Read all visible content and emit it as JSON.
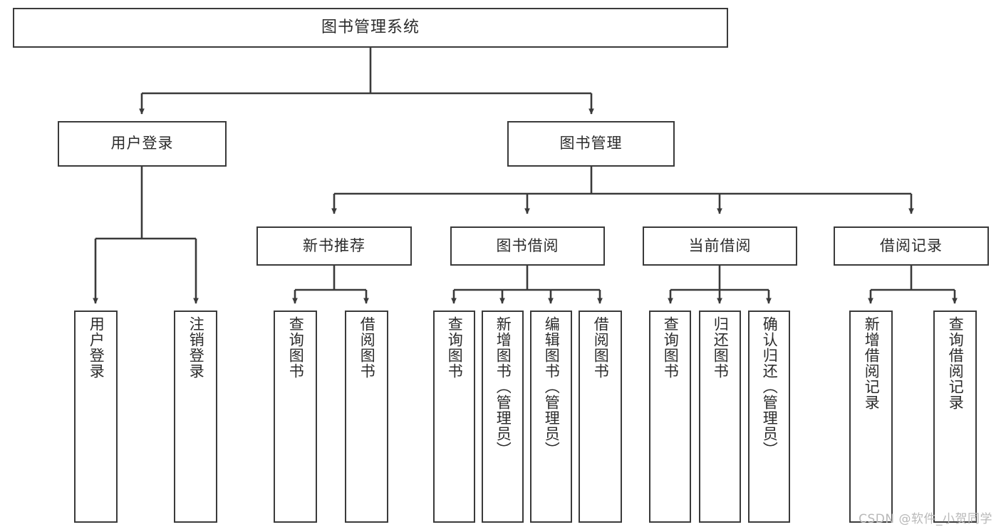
{
  "diagram": {
    "title": "图书管理系统",
    "type": "functional-structure-tree",
    "watermark": "CSDN @软件_小贺同学",
    "colors": {
      "stroke": "#3a3a3a",
      "box_fill": "#ffffff",
      "text": "#2b2b2b",
      "background": "#ffffff",
      "watermark": "#b8b8b8"
    },
    "nodes": {
      "root": {
        "label": "图书管理系统",
        "level": 1
      },
      "l2": [
        {
          "id": "user-login",
          "label": "用户登录",
          "level": 2
        },
        {
          "id": "book-manage",
          "label": "图书管理",
          "level": 2
        }
      ],
      "l3": [
        {
          "id": "new-book-recommend",
          "label": "新书推荐",
          "level": 3,
          "parent": "book-manage"
        },
        {
          "id": "book-borrow",
          "label": "图书借阅",
          "level": 3,
          "parent": "book-manage"
        },
        {
          "id": "current-borrow",
          "label": "当前借阅",
          "level": 3,
          "parent": "book-manage"
        },
        {
          "id": "borrow-record",
          "label": "借阅记录",
          "level": 3,
          "parent": "book-manage"
        }
      ],
      "leaves": [
        {
          "id": "leaf-user-login",
          "label": "用户登录",
          "parent": "user-login"
        },
        {
          "id": "leaf-logout-login",
          "label": "注销登录",
          "parent": "user-login"
        },
        {
          "id": "leaf-query-book-1",
          "label": "查询图书",
          "parent": "new-book-recommend"
        },
        {
          "id": "leaf-borrow-book-1",
          "label": "借阅图书",
          "parent": "new-book-recommend"
        },
        {
          "id": "leaf-query-book-2",
          "label": "查询图书",
          "parent": "book-borrow"
        },
        {
          "id": "leaf-add-book",
          "label": "新增图书（管理员）",
          "parent": "book-borrow"
        },
        {
          "id": "leaf-edit-book",
          "label": "编辑图书（管理员）",
          "parent": "book-borrow"
        },
        {
          "id": "leaf-borrow-book-2",
          "label": "借阅图书",
          "parent": "book-borrow"
        },
        {
          "id": "leaf-query-book-3",
          "label": "查询图书",
          "parent": "current-borrow"
        },
        {
          "id": "leaf-return-book",
          "label": "归还图书",
          "parent": "current-borrow"
        },
        {
          "id": "leaf-confirm-return",
          "label": "确认归还（管理员）",
          "parent": "current-borrow"
        },
        {
          "id": "leaf-add-record",
          "label": "新增借阅记录",
          "parent": "borrow-record"
        },
        {
          "id": "leaf-query-record",
          "label": "查询借阅记录",
          "parent": "borrow-record"
        }
      ]
    }
  }
}
